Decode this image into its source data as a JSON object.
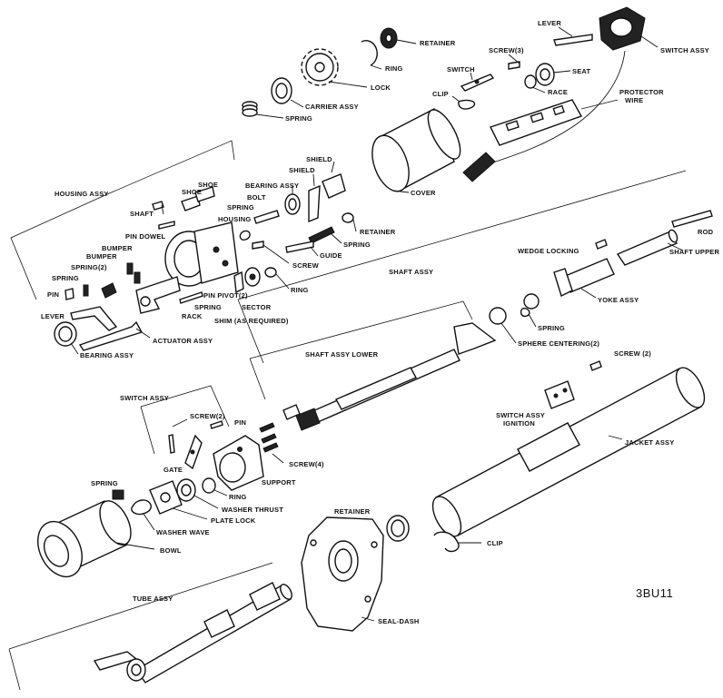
{
  "diagram": {
    "code": "3BU11",
    "labels": {
      "retainer_top": "RETAINER",
      "ring_top": "RING",
      "lock": "LOCK",
      "carrier_assy": "CARRIER ASSY",
      "spring_top": "SPRING",
      "lever_top": "LEVER",
      "switch_assy_top": "SWITCH ASSY",
      "screw3": "SCREW(3)",
      "switch": "SWITCH",
      "seat": "SEAT",
      "race": "RACE",
      "clip_top": "CLIP",
      "protector_wire": "PROTECTOR\nWIRE",
      "shield1": "SHIELD",
      "shield2": "SHIELD",
      "cover": "COVER",
      "housing_assy": "HOUSING ASSY",
      "shoe1": "SHOE",
      "shoe2": "SHOE",
      "bearing_assy_top": "BEARING ASSY",
      "bolt": "BOLT",
      "shaft_small": "SHAFT",
      "spring_housing": "SPRING",
      "housing": "HOUSING",
      "retainer_mid": "RETAINER",
      "spring_mid": "SPRING",
      "guide": "GUIDE",
      "screw_mid": "SCREW",
      "ring_mid": "RING",
      "pin_dowel": "PIN DOWEL",
      "bumper1": "BUMPER",
      "bumper2": "BUMPER",
      "spring2": "SPRING(2)",
      "spring_left": "SPRING",
      "pin": "PIN",
      "lever_left": "LEVER",
      "bearing_assy_left": "BEARING ASSY",
      "actuator_assy": "ACTUATOR ASSY",
      "rack": "RACK",
      "spring_rack": "SPRING",
      "pin_pivot": "PIN PIVOT(2)",
      "sector": "SECTOR",
      "shim": "SHIM (AS REQUIRED)",
      "rod": "ROD",
      "wedge_locking": "WEDGE LOCKING",
      "shaft_upper": "SHAFT UPPER",
      "shaft_assy": "SHAFT ASSY",
      "yoke_assy": "YOKE ASSY",
      "spring_sphere": "SPRING",
      "sphere_centering": "SPHERE CENTERING(2)",
      "shaft_assy_lower": "SHAFT ASSY LOWER",
      "screw2_right": "SCREW (2)",
      "switch_assy_ignition": "SWITCH ASSY\nIGNITION",
      "jacket_assy": "JACKET ASSY",
      "switch_assy_left": "SWITCH ASSY",
      "screw2_left": "SCREW(2)",
      "pin_switch": "PIN",
      "gate": "GATE",
      "screw4": "SCREW(4)",
      "support": "SUPPORT",
      "ring_low": "RING",
      "washer_thrust": "WASHER THRUST",
      "plate_lock": "PLATE LOCK",
      "washer_wave": "WASHER WAVE",
      "spring_low": "SPRING",
      "bowl": "BOWL",
      "retainer_low": "RETAINER",
      "clip_low": "CLIP",
      "tube_assy": "TUBE ASSY",
      "seal_dash": "SEAL-DASH"
    }
  }
}
